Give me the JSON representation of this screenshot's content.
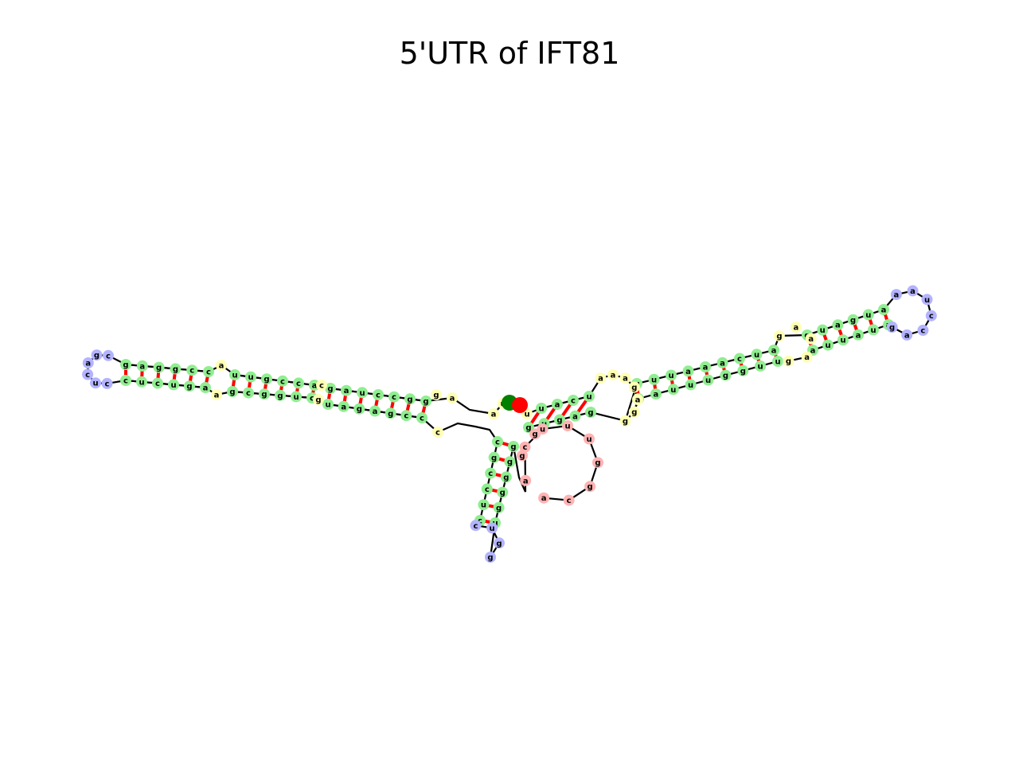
{
  "title": "5'UTR of IFT81",
  "colors": {
    "stem": "#90ee90",
    "hairpin_loop": "#b3b3ff",
    "internal_loop": "#ffffb3",
    "exterior_loop": "#ffb3b3",
    "five_prime_marker": "#008000",
    "three_prime_marker": "#ff0000",
    "base_pair": "#ff0000",
    "backbone": "#000000"
  },
  "arms": {
    "left_stem_strand_a": [
      "g",
      "a",
      "g",
      "g",
      "c",
      "c",
      "u",
      "u",
      "g",
      "c",
      "c",
      "a",
      "g",
      "a",
      "u",
      "c",
      "c",
      "g",
      "g",
      "c",
      "c"
    ],
    "left_stem_strand_b": [
      "c",
      "u",
      "c",
      "u",
      "g",
      "a",
      "g",
      "c",
      "g",
      "g",
      "u",
      "c",
      "u",
      "a",
      "g",
      "a",
      "g",
      "c",
      "c",
      "g",
      "g"
    ],
    "left_hairpin_loop": [
      "c",
      "g",
      "a",
      "c",
      "u",
      "c"
    ],
    "left_internal": [
      "a",
      "a",
      "c",
      "g",
      "g",
      "a",
      "c",
      "g",
      "a",
      "u",
      "c"
    ],
    "center_stem_strand_a": [
      "c",
      "g",
      "c",
      "c",
      "u",
      "c",
      "c"
    ],
    "center_stem_strand_b": [
      "g",
      "g",
      "g",
      "g",
      "g",
      "u",
      "g"
    ],
    "center_hairpin_loop": [
      "c",
      "u",
      "g",
      "g"
    ],
    "right_stem_strand_a": [
      "u",
      "a",
      "c",
      "u",
      "u",
      "u",
      "u",
      "a",
      "a",
      "a",
      "c",
      "u",
      "a",
      "g",
      "u",
      "a",
      "g",
      "u",
      "a",
      "u",
      "u"
    ],
    "right_stem_strand_b": [
      "g",
      "u",
      "g",
      "a",
      "g",
      "a",
      "a",
      "u",
      "u",
      "u",
      "g",
      "g",
      "u",
      "u",
      "a",
      "u",
      "u",
      "a",
      "u",
      "a",
      "a"
    ],
    "right_hairpin_loop": [
      "a",
      "a",
      "u",
      "c",
      "c",
      "a",
      "g"
    ],
    "right_internal": [
      "a",
      "a",
      "a",
      "g",
      "a",
      "g",
      "g",
      "a",
      "a",
      "a",
      "g"
    ],
    "exterior_loop": [
      "c",
      "u",
      "u",
      "u",
      "g",
      "g",
      "c",
      "a",
      "a",
      "g",
      "g"
    ],
    "junction": [
      "a",
      "u",
      "g",
      "a",
      "u"
    ]
  }
}
